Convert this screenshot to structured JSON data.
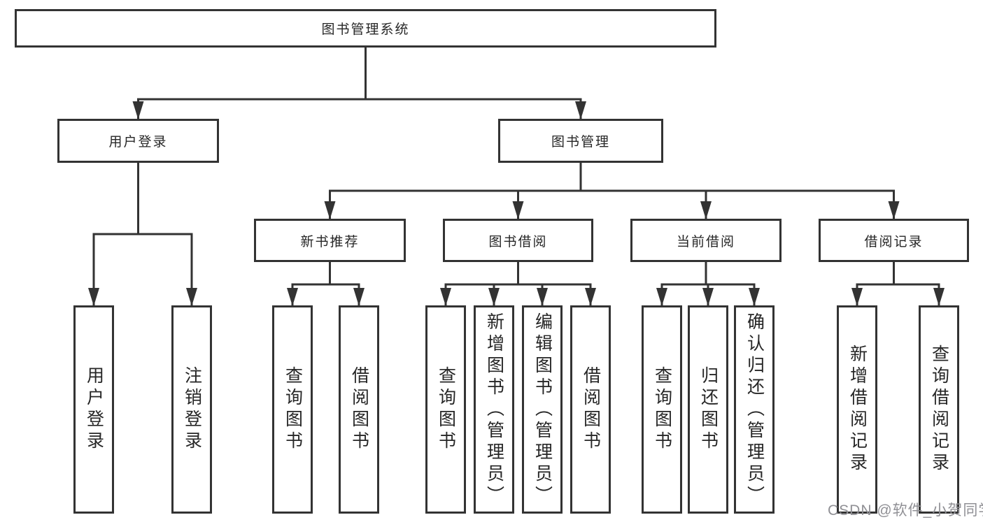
{
  "tree": {
    "root": {
      "label": "图书管理系统"
    },
    "level2": [
      {
        "label": "用户登录"
      },
      {
        "label": "图书管理"
      }
    ],
    "level3": [
      {
        "label": "新书推荐"
      },
      {
        "label": "图书借阅"
      },
      {
        "label": "当前借阅"
      },
      {
        "label": "借阅记录"
      }
    ],
    "leaves": [
      {
        "label": "用户登录"
      },
      {
        "label": "注销登录"
      },
      {
        "label": "查询图书"
      },
      {
        "label": "借阅图书"
      },
      {
        "label": "查询图书"
      },
      {
        "label": "新增图书（管理员）"
      },
      {
        "label": "编辑图书（管理员）"
      },
      {
        "label": "借阅图书"
      },
      {
        "label": "查询图书"
      },
      {
        "label": "归还图书"
      },
      {
        "label": "确认归还（管理员）"
      },
      {
        "label": "新增借阅记录"
      },
      {
        "label": "查询借阅记录"
      }
    ]
  },
  "watermark": {
    "text": "CSDN @软件_小贺同学"
  },
  "colors": {
    "line": "#333333",
    "text": "#262626",
    "watermark": "#909095",
    "background": "#ffffff"
  }
}
